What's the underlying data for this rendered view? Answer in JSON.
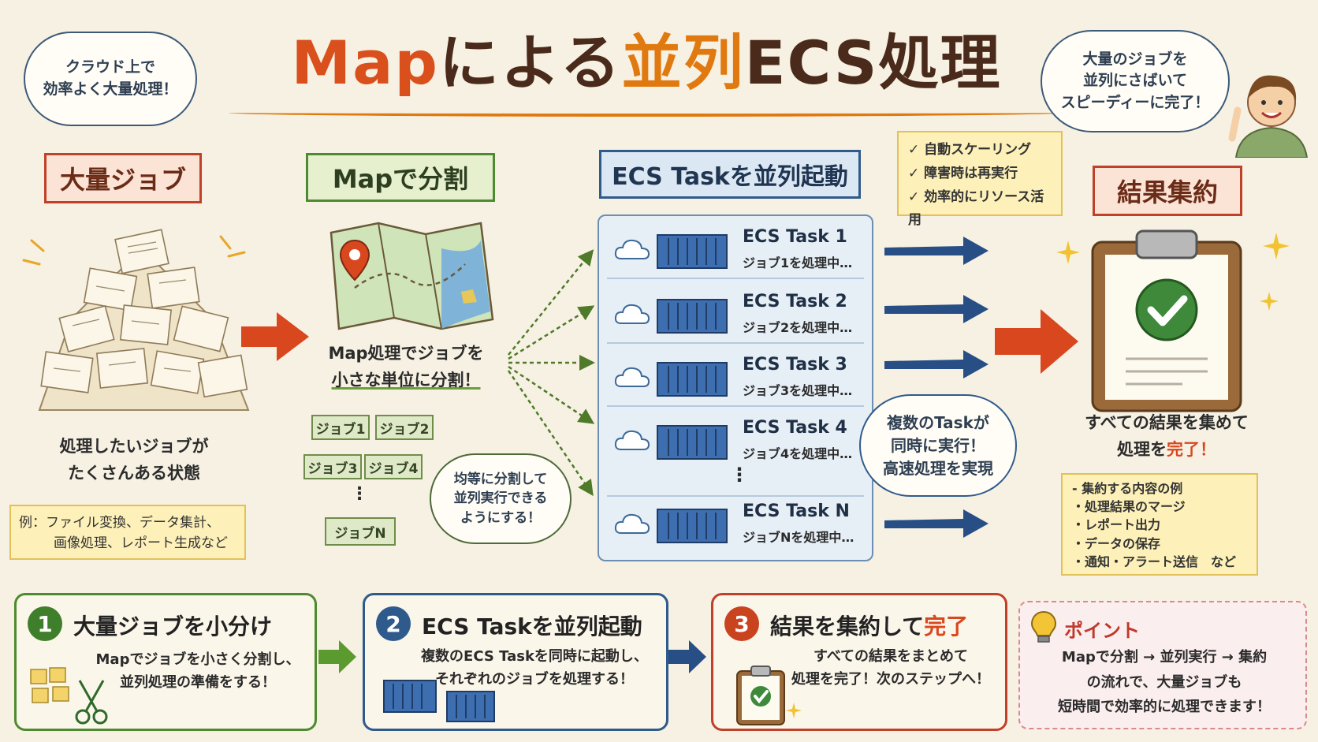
{
  "title": {
    "part1": "Map",
    "part2": "による",
    "part3": "並列",
    "part4": "ECS処理"
  },
  "left_bubble": {
    "line1": "クラウド上で",
    "line2": "効率よく大量処理！"
  },
  "right_bubble": {
    "line1": "大量のジョブを",
    "line2": "並列にさばいて",
    "line3": "スピーディーに完了！"
  },
  "section1": {
    "label": "大量ジョブ",
    "caption_line1": "処理したいジョブが",
    "caption_line2": "たくさんある状態",
    "example_line1": "例：ファイル変換、データ集計、",
    "example_line2": "画像処理、レポート生成など"
  },
  "section2": {
    "label": "Mapで分割",
    "caption_line1": "Map処理でジョブを",
    "caption_line2": "小さな単位に分割！",
    "jobs": [
      "ジョブ1",
      "ジョブ2",
      "ジョブ3",
      "ジョブ4",
      "⋮",
      "ジョブN"
    ],
    "bubble_line1": "均等に分割して",
    "bubble_line2": "並列実行できる",
    "bubble_line3": "ようにする！"
  },
  "section3": {
    "label": "ECS Taskを並列起動",
    "tasks": [
      {
        "title": "ECS Task 1",
        "sub": "ジョブ1を処理中…"
      },
      {
        "title": "ECS Task 2",
        "sub": "ジョブ2を処理中…"
      },
      {
        "title": "ECS Task 3",
        "sub": "ジョブ3を処理中…"
      },
      {
        "title": "ECS Task 4",
        "sub": "ジョブ4を処理中…"
      },
      {
        "title": "ECS Task N",
        "sub": "ジョブNを処理中…"
      }
    ],
    "dots": "⋮",
    "features": [
      "✓ 自動スケーリング",
      "✓ 障害時は再実行",
      "✓ 効率的にリソース活用"
    ],
    "bubble_line1": "複数のTaskが",
    "bubble_line2": "同時に実行！",
    "bubble_line3": "高速処理を実現"
  },
  "section4": {
    "label": "結果集約",
    "caption_line1": "すべての結果を集めて",
    "caption_line2a": "処理を",
    "caption_line2b": "完了！",
    "list": [
      "- 集約する内容の例",
      "・処理結果のマージ",
      "・レポート出力",
      "・データの保存",
      "・通知・アラート送信　など"
    ]
  },
  "steps": [
    {
      "num": "1",
      "title": "大量ジョブを小分け",
      "desc_line1": "Mapでジョブを小さく分割し、",
      "desc_line2": "並列処理の準備をする！"
    },
    {
      "num": "2",
      "title": "ECS Taskを並列起動",
      "desc_line1": "複数のECS Taskを同時に起動し、",
      "desc_line2": "それぞれのジョブを処理する！"
    },
    {
      "num": "3",
      "title_a": "結果を集約して",
      "title_b": "完了",
      "desc_line1": "すべての結果をまとめて",
      "desc_line2": "処理を完了！次のステップへ！"
    }
  ],
  "point": {
    "heading": "ポイント",
    "line1": "Mapで分割 → 並列実行 → 集約",
    "line2": "の流れで、大量ジョブも",
    "line3": "短時間で効率的に処理できます！"
  },
  "colors": {
    "red": "#c0412a",
    "green": "#4e8a2f",
    "blue": "#2f5b8c",
    "orange": "#e07a10",
    "arrow_blue": "#274f86"
  }
}
